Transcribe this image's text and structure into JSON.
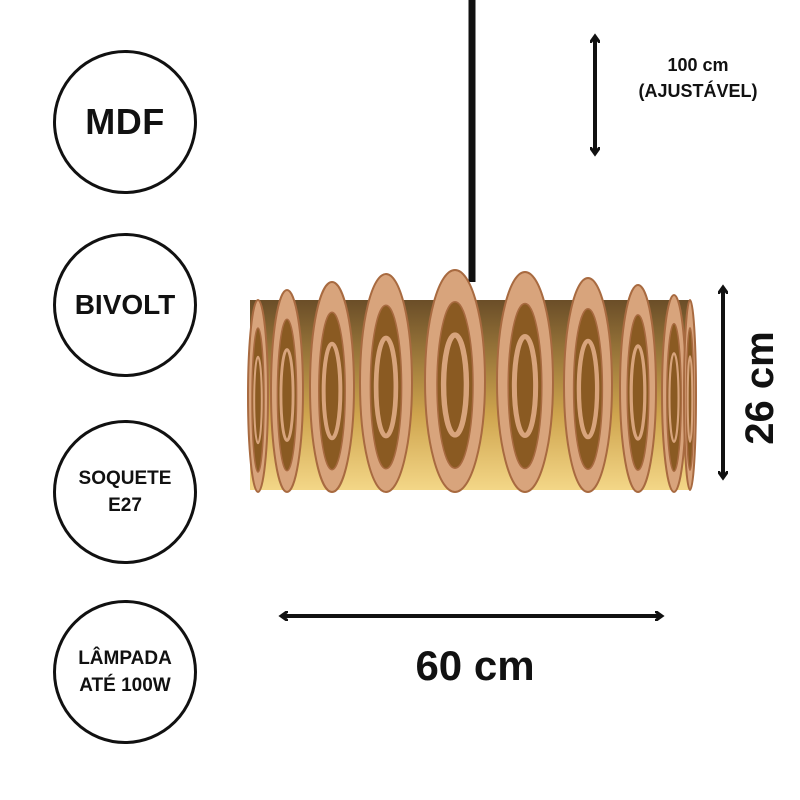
{
  "features": [
    {
      "label": "MDF"
    },
    {
      "label": "BIVOLT"
    },
    {
      "label": "SOQUETE\nE27"
    },
    {
      "label": "LÂMPADA\nATÉ 100W"
    }
  ],
  "dimensions": {
    "drop": "100 cm\n(AJUSTÁVEL)",
    "height": "26 cm",
    "width": "60 cm"
  },
  "colors": {
    "wood": "#d8a47c",
    "wood_dark": "#a86a40",
    "brass": "#c99a3a",
    "cord": "#111111"
  }
}
